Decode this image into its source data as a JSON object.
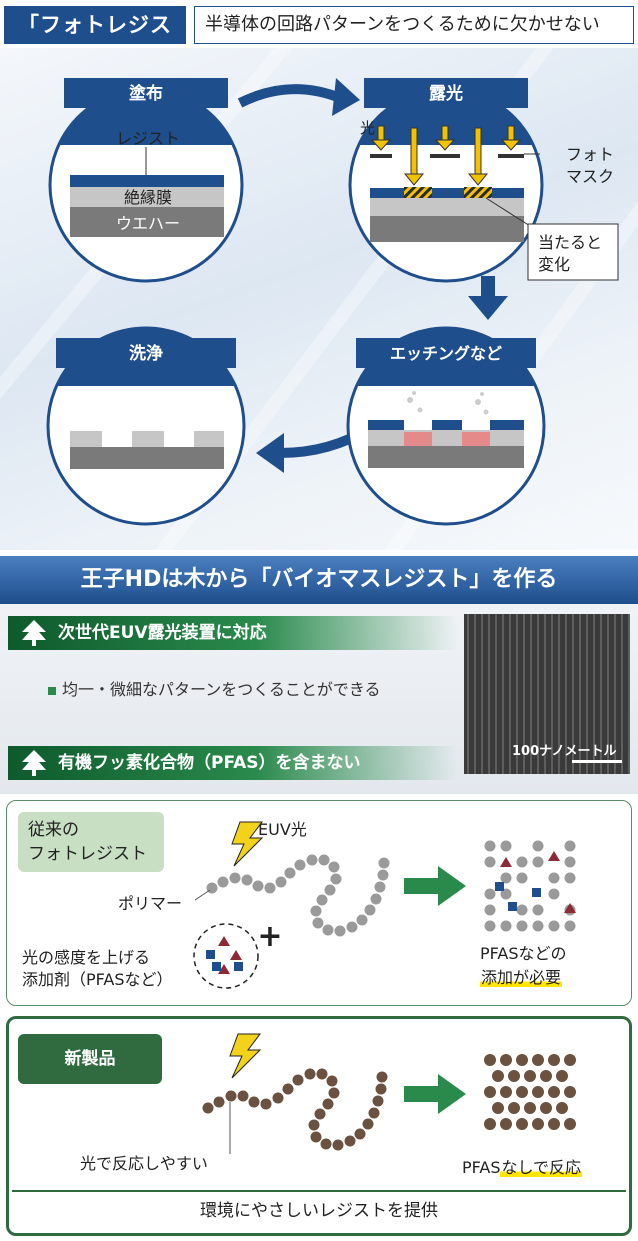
{
  "header": {
    "tag": "「フォトレジスト」",
    "subtitle": "半導体の回路パターンをつくるために欠かせない"
  },
  "process": {
    "steps": [
      {
        "title": "塗布",
        "labels": [
          "レジスト",
          "絶縁膜",
          "ウエハー"
        ]
      },
      {
        "title": "露光",
        "labels": [
          "光",
          "フォト",
          "マスク",
          "当たると",
          "変化"
        ]
      },
      {
        "title": "エッチングなど"
      },
      {
        "title": "洗浄"
      }
    ]
  },
  "banner": "王子HDは木から「バイオマスレジスト」を作る",
  "features": [
    {
      "title": "次世代EUV露光装置に対応",
      "bullet": "均一・微細なパターンをつくることができる"
    },
    {
      "title": "有機フッ素化合物（PFAS）を含まない"
    }
  ],
  "sem": {
    "scale_label": "100ナノメートル"
  },
  "conventional": {
    "tag_line1": "従来の",
    "tag_line2": "フォトレジスト",
    "euv": "EUV光",
    "polymer": "ポリマー",
    "additive_line1": "光の感度を上げる",
    "additive_line2": "添加剤（PFASなど）",
    "result_line1": "PFASなどの",
    "result_line2": "添加が必要"
  },
  "new_product": {
    "tag": "新製品",
    "note": "光で反応しやすい",
    "result_prefix": "PFAS",
    "result_highlight": "なしで反応"
  },
  "footer": "環境にやさしいレジストを提供",
  "colors": {
    "navy": "#1f4e8c",
    "green": "#2f6b3f",
    "light_green": "#c9dfc4",
    "highlight": "#ffe500",
    "brown": "#6b5140",
    "resist_red": "#8c2a36"
  }
}
